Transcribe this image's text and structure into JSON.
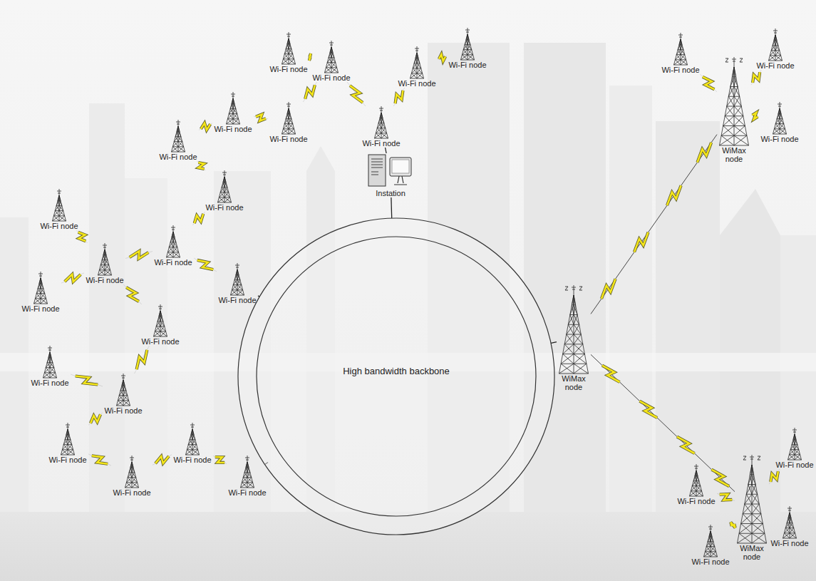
{
  "diagram": {
    "nodes": [
      {
        "text": [
          "Wi-Fi node"
        ]
      },
      {
        "text": [
          "Wi-Fi node"
        ]
      },
      {
        "text": [
          "Wi-Fi node"
        ]
      },
      {
        "text": [
          "Wi-Fi node"
        ]
      },
      {
        "text": [
          "Wi-Fi node"
        ]
      },
      {
        "text": [
          "Wi-Fi node"
        ]
      },
      {
        "text": [
          "WiMax node"
        ]
      },
      {
        "text": [
          "Wi-Fi node"
        ]
      },
      {
        "text": [
          "Wi-Fi node"
        ]
      },
      {
        "text": [
          "Wi-Fi node"
        ]
      },
      {
        "text": [
          "Wi-Fi node"
        ]
      },
      {
        "text": [
          "Wi-Fi node"
        ]
      },
      {
        "text": [
          "Instation"
        ]
      },
      {
        "text": [
          "Wi-Fi node"
        ]
      },
      {
        "text": [
          "Wi-Fi node"
        ]
      },
      {
        "text": [
          "Wi-Fi node"
        ]
      },
      {
        "text": [
          "Wi-Fi node"
        ]
      },
      {
        "text": [
          "Wi-Fi node"
        ]
      },
      {
        "text": [
          "Wi-Fi node"
        ]
      },
      {
        "text": [
          "Wi-Fi node"
        ]
      },
      {
        "text": [
          "High bandwidth backbone"
        ]
      },
      {
        "text": [
          "WiMax node"
        ]
      },
      {
        "text": [
          "Wi-Fi node"
        ]
      },
      {
        "text": [
          "Wi-Fi node"
        ]
      },
      {
        "text": [
          "Wi-Fi node"
        ]
      },
      {
        "text": [
          "Wi-Fi node"
        ]
      },
      {
        "text": [
          "Wi-Fi node"
        ]
      },
      {
        "text": [
          "Wi-Fi node"
        ]
      },
      {
        "text": [
          "Wi-Fi node"
        ]
      },
      {
        "text": [
          "Wi-Fi node"
        ]
      },
      {
        "text": [
          "Wi-Fi node"
        ]
      },
      {
        "text": [
          "WiMax node"
        ]
      },
      {
        "text": [
          "Wi-Fi node"
        ]
      }
    ],
    "edges": [
      {
        "from": 0,
        "to": 1,
        "arrow": "none"
      },
      {
        "from": 1,
        "to": 8,
        "arrow": "none"
      },
      {
        "from": 7,
        "to": 8,
        "arrow": "none"
      },
      {
        "from": 7,
        "to": 11,
        "arrow": "none"
      },
      {
        "from": 1,
        "to": 10,
        "arrow": "none"
      },
      {
        "from": 10,
        "to": 2,
        "arrow": "none"
      },
      {
        "from": 2,
        "to": 3,
        "arrow": "none"
      },
      {
        "from": 11,
        "to": 13,
        "arrow": "none"
      },
      {
        "from": 13,
        "to": 15,
        "arrow": "none"
      },
      {
        "from": 15,
        "to": 17,
        "arrow": "none"
      },
      {
        "from": 15,
        "to": 16,
        "arrow": "none"
      },
      {
        "from": 16,
        "to": 14,
        "arrow": "none"
      },
      {
        "from": 16,
        "to": 18,
        "arrow": "none"
      },
      {
        "from": 16,
        "to": 19,
        "arrow": "none"
      },
      {
        "from": 19,
        "to": 23,
        "arrow": "none"
      },
      {
        "from": 22,
        "to": 23,
        "arrow": "none"
      },
      {
        "from": 23,
        "to": 24,
        "arrow": "none"
      },
      {
        "from": 24,
        "to": 27,
        "arrow": "none"
      },
      {
        "from": 27,
        "to": 25,
        "arrow": "none"
      },
      {
        "from": 25,
        "to": 28,
        "arrow": "none"
      },
      {
        "from": 10,
        "to": 12,
        "arrow": "none"
      },
      {
        "from": 12,
        "to": 20,
        "arrow": "none"
      },
      {
        "from": 17,
        "to": 20,
        "arrow": "none"
      },
      {
        "from": 28,
        "to": 20,
        "arrow": "none"
      },
      {
        "from": 21,
        "to": 20,
        "arrow": "none"
      },
      {
        "from": 21,
        "to": 6,
        "arrow": "none"
      },
      {
        "from": 21,
        "to": 31,
        "arrow": "none"
      },
      {
        "from": 6,
        "to": 4,
        "arrow": "none"
      },
      {
        "from": 6,
        "to": 5,
        "arrow": "none"
      },
      {
        "from": 6,
        "to": 9,
        "arrow": "none"
      },
      {
        "from": 31,
        "to": 29,
        "arrow": "none"
      },
      {
        "from": 31,
        "to": 26,
        "arrow": "none"
      },
      {
        "from": 31,
        "to": 32,
        "arrow": "none"
      },
      {
        "from": 31,
        "to": 30,
        "arrow": "none"
      }
    ]
  }
}
